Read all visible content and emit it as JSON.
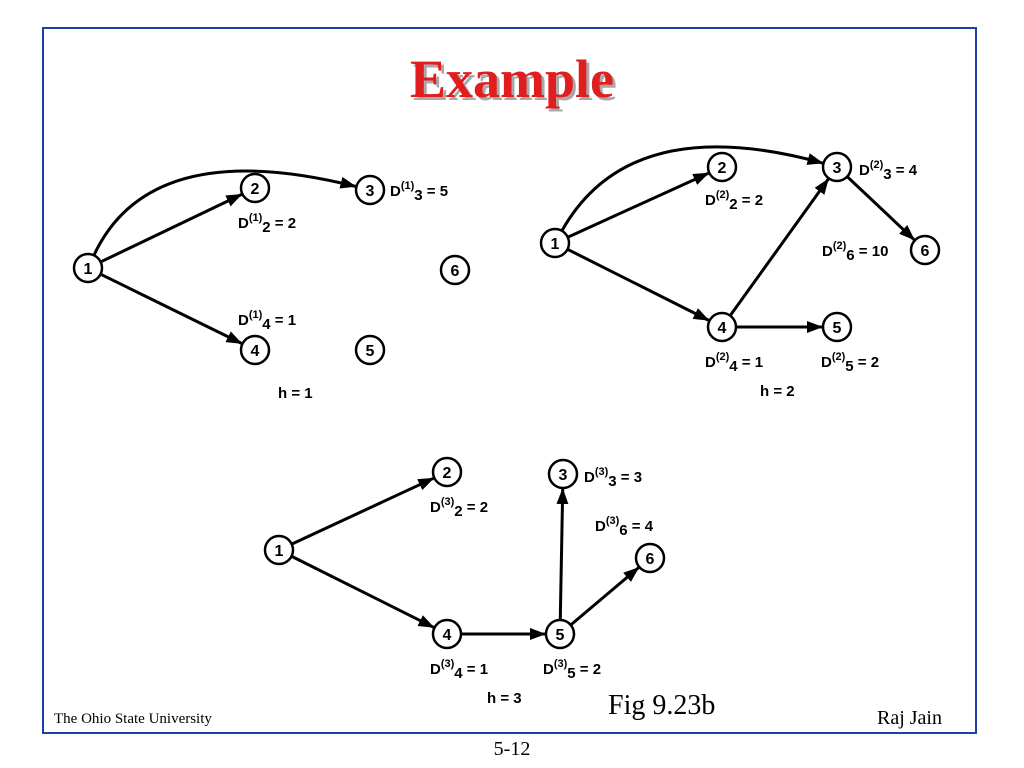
{
  "slide": {
    "title": "Example",
    "fig_caption": "Fig 9.23b",
    "footer_left": "The Ohio State University",
    "footer_right": "Raj Jain",
    "page_number": "5-12"
  },
  "colors": {
    "title": "#e11d1d",
    "title_shadow": "#a9a9a9",
    "frame_border": "#1f3fa8",
    "ink": "#000000"
  },
  "diagrams": [
    {
      "id": "h1",
      "h_label": "h = 1",
      "nodes": [
        "1",
        "2",
        "3",
        "4",
        "5",
        "6"
      ],
      "edges": [
        [
          "1",
          "2"
        ],
        [
          "1",
          "3"
        ],
        [
          "1",
          "4"
        ]
      ],
      "distances": [
        {
          "node": "2",
          "superscript": "(1)",
          "subscript": "2",
          "value": "2"
        },
        {
          "node": "3",
          "superscript": "(1)",
          "subscript": "3",
          "value": "5"
        },
        {
          "node": "4",
          "superscript": "(1)",
          "subscript": "4",
          "value": "1"
        }
      ]
    },
    {
      "id": "h2",
      "h_label": "h = 2",
      "nodes": [
        "1",
        "2",
        "3",
        "4",
        "5",
        "6"
      ],
      "edges": [
        [
          "1",
          "2"
        ],
        [
          "1",
          "3"
        ],
        [
          "1",
          "4"
        ],
        [
          "4",
          "3"
        ],
        [
          "4",
          "5"
        ],
        [
          "3",
          "6"
        ]
      ],
      "distances": [
        {
          "node": "2",
          "superscript": "(2)",
          "subscript": "2",
          "value": "2"
        },
        {
          "node": "3",
          "superscript": "(2)",
          "subscript": "3",
          "value": "4"
        },
        {
          "node": "6",
          "superscript": "(2)",
          "subscript": "6",
          "value": "10"
        },
        {
          "node": "4",
          "superscript": "(2)",
          "subscript": "4",
          "value": "1"
        },
        {
          "node": "5",
          "superscript": "(2)",
          "subscript": "5",
          "value": "2"
        }
      ]
    },
    {
      "id": "h3",
      "h_label": "h = 3",
      "nodes": [
        "1",
        "2",
        "3",
        "4",
        "5",
        "6"
      ],
      "edges": [
        [
          "1",
          "2"
        ],
        [
          "1",
          "4"
        ],
        [
          "4",
          "5"
        ],
        [
          "5",
          "3"
        ],
        [
          "5",
          "6"
        ]
      ],
      "distances": [
        {
          "node": "2",
          "superscript": "(3)",
          "subscript": "2",
          "value": "2"
        },
        {
          "node": "3",
          "superscript": "(3)",
          "subscript": "3",
          "value": "3"
        },
        {
          "node": "6",
          "superscript": "(3)",
          "subscript": "6",
          "value": "4"
        },
        {
          "node": "4",
          "superscript": "(3)",
          "subscript": "4",
          "value": "1"
        },
        {
          "node": "5",
          "superscript": "(3)",
          "subscript": "5",
          "value": "2"
        }
      ]
    }
  ]
}
